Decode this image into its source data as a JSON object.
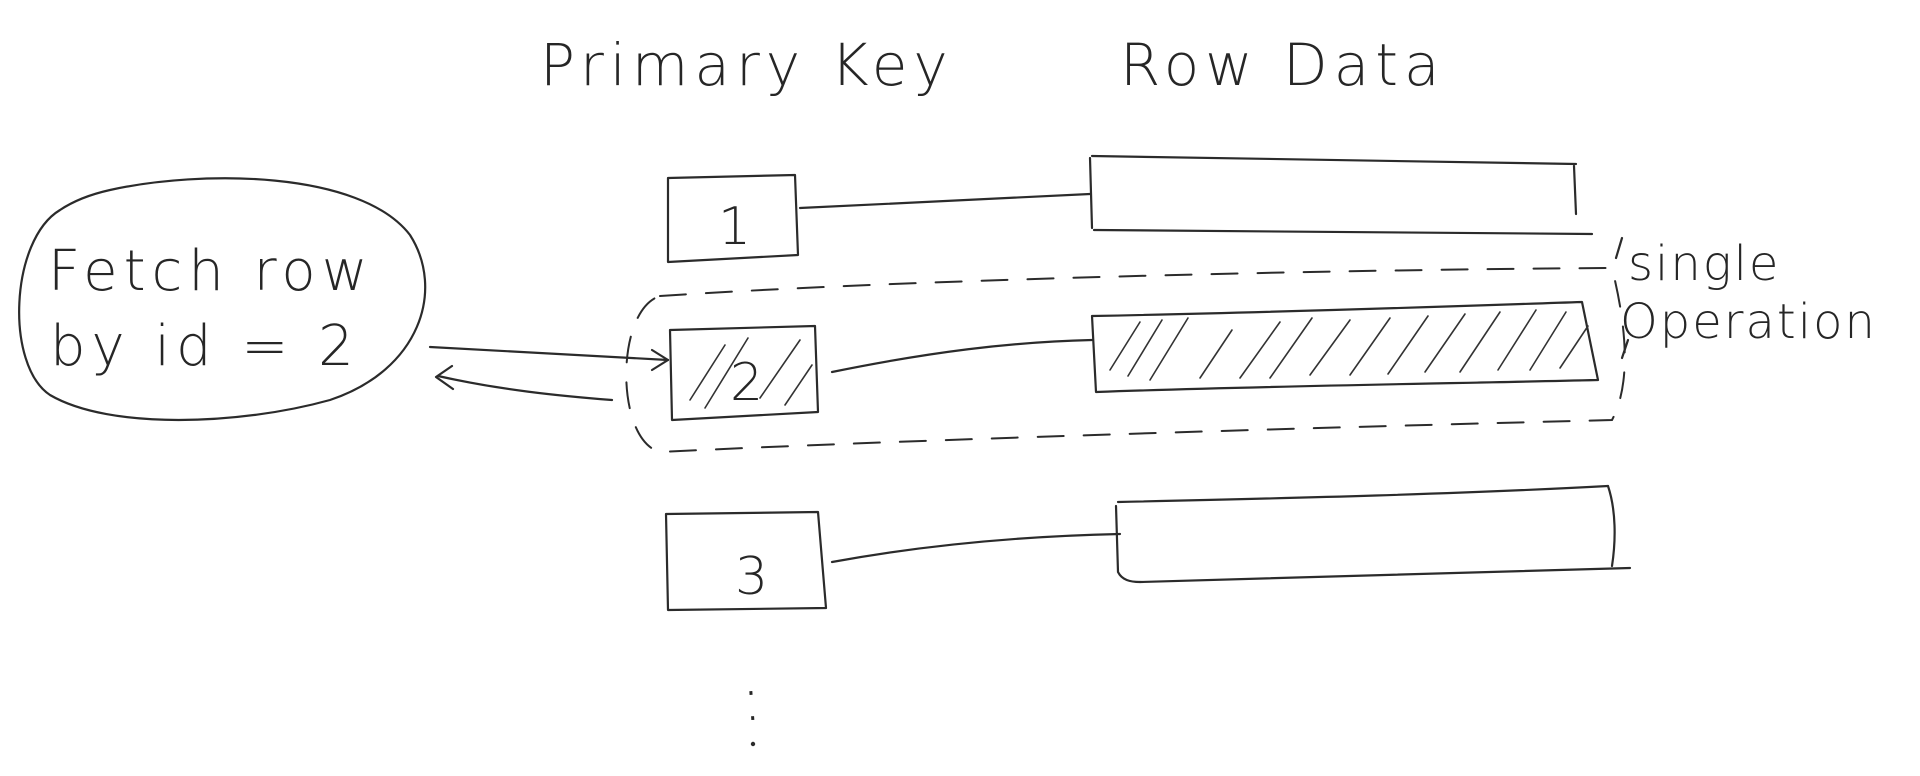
{
  "headers": {
    "primary_key": "Primary Key",
    "row_data": "Row Data"
  },
  "query_bubble": {
    "line1": "Fetch row",
    "line2": "by id = 2"
  },
  "keys": [
    "1",
    "2",
    "3"
  ],
  "ellipsis": ":",
  "single_operation": {
    "line1": "single",
    "line2": "Operation"
  },
  "highlighted_key": "2"
}
